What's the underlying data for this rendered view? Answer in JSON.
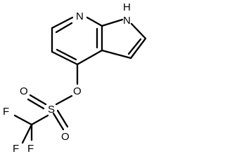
{
  "molecule": {
    "atoms": {
      "n_pyridine": "N",
      "nh_h": "H",
      "nh_n": "N",
      "ester_o": "O",
      "sulfur": "S",
      "sulfonyl_o_left": "O",
      "sulfonyl_o_right": "O",
      "f_left": "F",
      "f_bottom_left": "F",
      "f_bottom": "F"
    }
  }
}
